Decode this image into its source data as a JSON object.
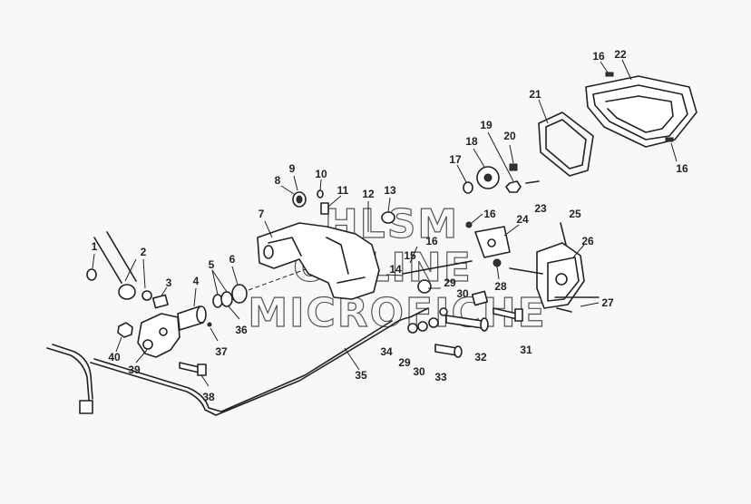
{
  "watermark": {
    "line1": "HLSM",
    "line2": "ONLINE",
    "line3": "MICROFICHE"
  },
  "callouts": [
    "1",
    "2",
    "3",
    "4",
    "5",
    "6",
    "7",
    "8",
    "9",
    "10",
    "11",
    "12",
    "13",
    "14",
    "15",
    "16",
    "16",
    "16",
    "16",
    "17",
    "18",
    "19",
    "20",
    "21",
    "22",
    "23",
    "24",
    "25",
    "26",
    "27",
    "28",
    "29",
    "29",
    "30",
    "30",
    "31",
    "32",
    "33",
    "34",
    "35",
    "36",
    "37",
    "38",
    "39",
    "40"
  ]
}
